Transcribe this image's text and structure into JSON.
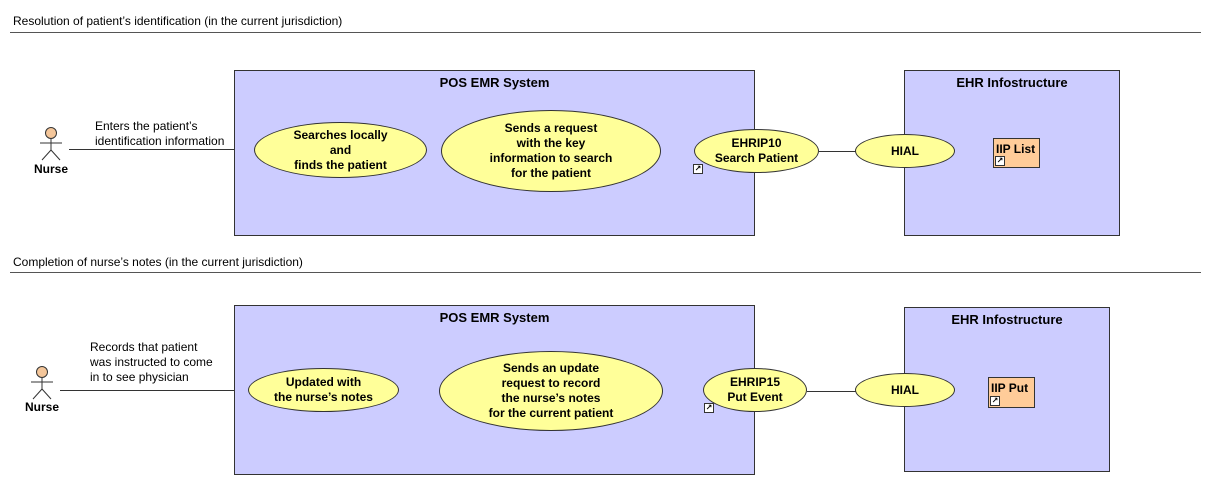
{
  "diagram": {
    "sections": [
      {
        "title": "Resolution of patient’s identification (in the current jurisdiction)",
        "actor": "Nurse",
        "association_label": "Enters the patient’s\nidentification information",
        "pos_system": {
          "title": "POS EMR System",
          "use_cases": [
            "Searches locally\nand\nfinds the patient",
            "Sends a request\nwith the key\ninformation to search\nfor the patient",
            "EHRIP10\nSearch Patient"
          ]
        },
        "hial": "HIAL",
        "ehr_system": {
          "title": "EHR Infostructure",
          "component": "IIP List"
        }
      },
      {
        "title": "Completion of nurse’s notes (in the current jurisdiction)",
        "actor": "Nurse",
        "association_label": "Records that patient\nwas instructed to come\nin to see physician",
        "pos_system": {
          "title": "POS EMR System",
          "use_cases": [
            "Updated with\nthe nurse’s notes",
            "Sends an update\nrequest to record\nthe nurse’s notes\nfor the current patient",
            "EHRIP15\nPut Event"
          ]
        },
        "hial": "HIAL",
        "ehr_system": {
          "title": "EHR Infostructure",
          "component": "IIP Put"
        }
      }
    ],
    "icons": {
      "link": "shortcut-arrow-icon",
      "actor": "stick-figure-icon"
    },
    "colors": {
      "system_fill": "#ccccff",
      "use_case_fill": "#ffff99",
      "component_fill": "#ffcc99"
    }
  }
}
